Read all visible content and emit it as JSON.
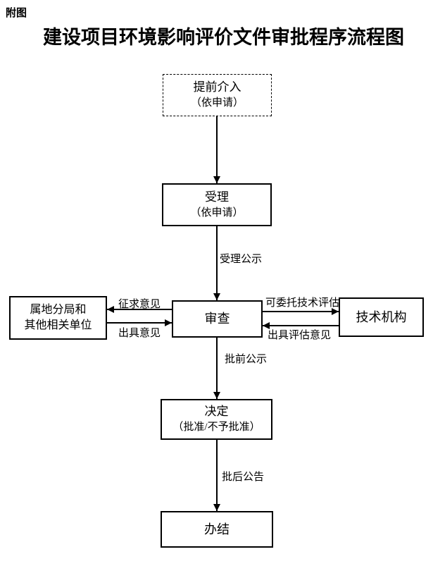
{
  "page": {
    "corner_label": "附图",
    "title": "建设项目环境影响评价文件审批程序流程图"
  },
  "flowchart": {
    "nodes": {
      "early_intervention": {
        "line1": "提前介入",
        "line2": "（依申请）"
      },
      "acceptance": {
        "line1": "受理",
        "line2": "（依申请）"
      },
      "review": {
        "label": "审查"
      },
      "local_bureau": {
        "line1": "属地分局和",
        "line2": "其他相关单位"
      },
      "technical_agency": {
        "label": "技术机构"
      },
      "decision": {
        "line1": "决定",
        "line2": "（批准/不予批准）"
      },
      "completion": {
        "label": "办结"
      }
    },
    "edge_labels": {
      "acceptance_publicity": "受理公示",
      "seek_opinions": "征求意见",
      "issue_opinions": "出具意见",
      "entrust_technical_evaluation": "可委托技术评估",
      "issue_evaluation_opinions": "出具评估意见",
      "pre_approval_publicity": "批前公示",
      "post_approval_announcement": "批后公告"
    },
    "colors": {
      "line": "#000000",
      "background": "#ffffff",
      "text": "#000000"
    }
  }
}
